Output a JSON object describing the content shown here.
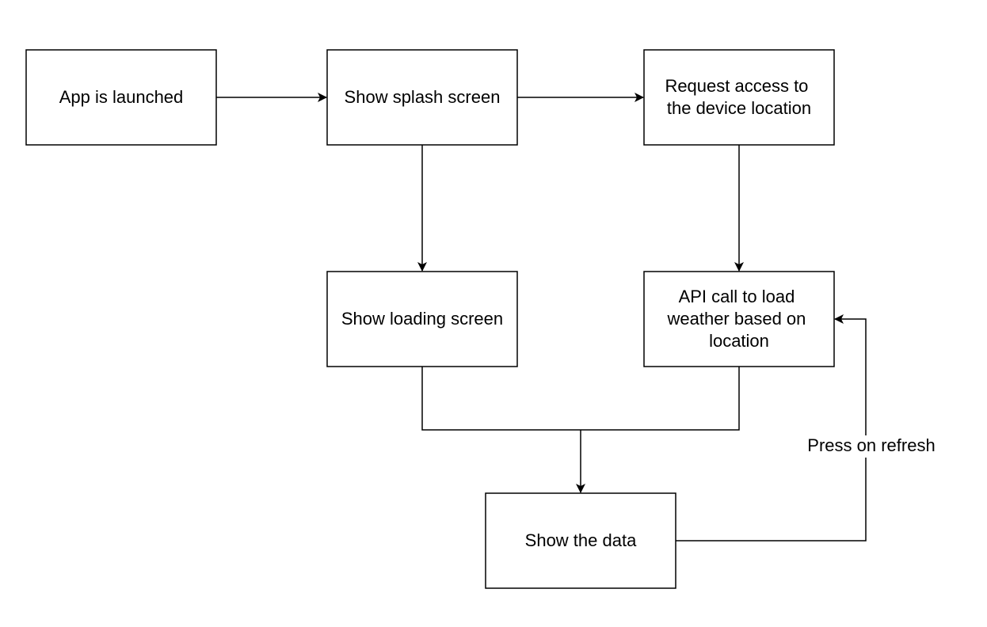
{
  "diagram": {
    "nodes": {
      "app_launched": {
        "lines": [
          "App is launched"
        ]
      },
      "splash": {
        "lines": [
          "Show splash screen"
        ]
      },
      "request_location": {
        "lines": [
          "Request access to",
          "the device location"
        ]
      },
      "loading": {
        "lines": [
          "Show loading screen"
        ]
      },
      "api_call": {
        "lines": [
          "API call to load",
          "weather based on",
          "location"
        ]
      },
      "show_data": {
        "lines": [
          "Show the data"
        ]
      }
    },
    "edges": {
      "refresh_label": "Press on refresh"
    }
  },
  "colors": {
    "stroke": "#000000",
    "fill": "#ffffff"
  }
}
